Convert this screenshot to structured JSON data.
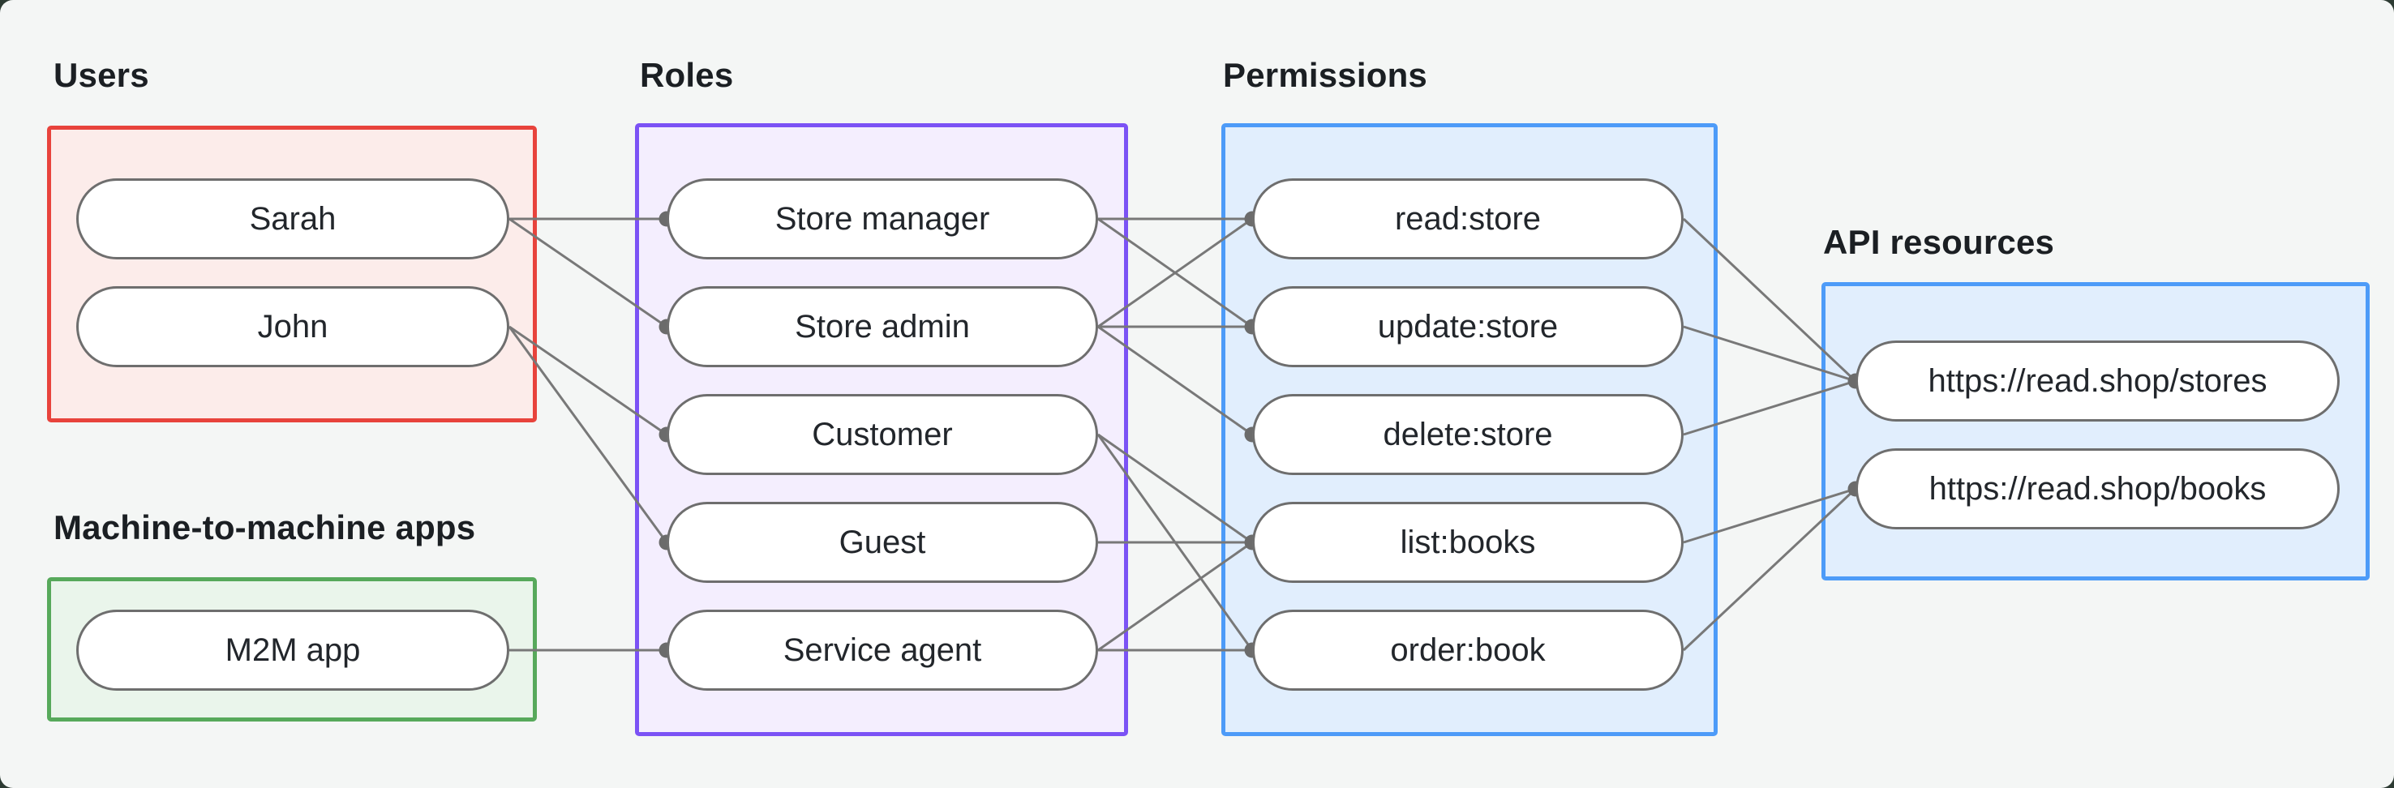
{
  "sections": {
    "users": {
      "title": "Users",
      "border_color": "#e8433c",
      "fill_color": "#fcecea",
      "nodes": [
        {
          "id": "sarah",
          "label": "Sarah"
        },
        {
          "id": "john",
          "label": "John"
        }
      ]
    },
    "m2m": {
      "title": "Machine-to-machine apps",
      "border_color": "#57a95b",
      "fill_color": "#eaf5eb",
      "nodes": [
        {
          "id": "m2m-app",
          "label": "M2M app"
        }
      ]
    },
    "roles": {
      "title": "Roles",
      "border_color": "#7b52f5",
      "fill_color": "#f4eefe",
      "nodes": [
        {
          "id": "store-manager",
          "label": "Store manager"
        },
        {
          "id": "store-admin",
          "label": "Store admin"
        },
        {
          "id": "customer",
          "label": "Customer"
        },
        {
          "id": "guest",
          "label": "Guest"
        },
        {
          "id": "service-agent",
          "label": "Service agent"
        }
      ]
    },
    "permissions": {
      "title": "Permissions",
      "border_color": "#4d9bf8",
      "fill_color": "#e1eefd",
      "nodes": [
        {
          "id": "read-store",
          "label": "read:store"
        },
        {
          "id": "update-store",
          "label": "update:store"
        },
        {
          "id": "delete-store",
          "label": "delete:store"
        },
        {
          "id": "list-books",
          "label": "list:books"
        },
        {
          "id": "order-book",
          "label": "order:book"
        }
      ]
    },
    "api": {
      "title": "API resources",
      "border_color": "#4d9bf8",
      "fill_color": "#e1eefd",
      "nodes": [
        {
          "id": "api-stores",
          "label": "https://read.shop/stores"
        },
        {
          "id": "api-books",
          "label": "https://read.shop/books"
        }
      ]
    }
  },
  "edges": [
    {
      "from": "sarah",
      "to": "store-manager"
    },
    {
      "from": "sarah",
      "to": "store-admin"
    },
    {
      "from": "john",
      "to": "customer"
    },
    {
      "from": "john",
      "to": "guest"
    },
    {
      "from": "m2m-app",
      "to": "service-agent"
    },
    {
      "from": "store-manager",
      "to": "read-store"
    },
    {
      "from": "store-manager",
      "to": "update-store"
    },
    {
      "from": "store-admin",
      "to": "read-store"
    },
    {
      "from": "store-admin",
      "to": "update-store"
    },
    {
      "from": "store-admin",
      "to": "delete-store"
    },
    {
      "from": "customer",
      "to": "list-books"
    },
    {
      "from": "customer",
      "to": "order-book"
    },
    {
      "from": "guest",
      "to": "list-books"
    },
    {
      "from": "service-agent",
      "to": "list-books"
    },
    {
      "from": "service-agent",
      "to": "order-book"
    },
    {
      "from": "read-store",
      "to": "api-stores"
    },
    {
      "from": "update-store",
      "to": "api-stores"
    },
    {
      "from": "delete-store",
      "to": "api-stores"
    },
    {
      "from": "list-books",
      "to": "api-books"
    },
    {
      "from": "order-book",
      "to": "api-books"
    }
  ],
  "theme": {
    "canvas_background": "#f4f6f5",
    "page_background": "#2d3b33",
    "edge_line_color": "#787878",
    "edge_dot_color": "#6b6b6b",
    "pill_border_color": "#6e6e6e",
    "pill_fill_color": "#ffffff",
    "title_color": "#1b1f23",
    "label_color": "#22262b"
  }
}
